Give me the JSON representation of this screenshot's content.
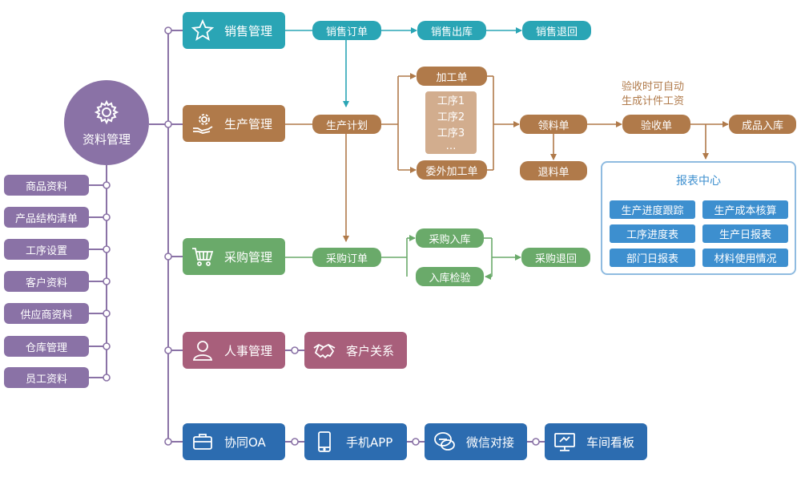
{
  "center": {
    "label": "资料管理",
    "icon": "gear-icon"
  },
  "base_items": [
    "商品资料",
    "产品结构清单",
    "工序设置",
    "客户资料",
    "供应商资料",
    "仓库管理",
    "员工资料"
  ],
  "modules": {
    "sales": {
      "label": "销售管理",
      "icon": "star-icon"
    },
    "production": {
      "label": "生产管理",
      "icon": "hand-gear-icon"
    },
    "purchase": {
      "label": "采购管理",
      "icon": "cart-icon"
    },
    "hr": {
      "label": "人事管理",
      "icon": "person-icon"
    },
    "customer": {
      "label": "客户关系",
      "icon": "handshake-icon"
    },
    "oa": {
      "label": "协同OA",
      "icon": "briefcase-icon"
    },
    "mobile": {
      "label": "手机APP",
      "icon": "phone-icon"
    },
    "wechat": {
      "label": "微信对接",
      "icon": "chat-icon"
    },
    "board": {
      "label": "车间看板",
      "icon": "monitor-icon"
    }
  },
  "sales_flow": {
    "order": "销售订单",
    "outbound": "销售出库",
    "return": "销售退回"
  },
  "production_flow": {
    "plan": "生产计划",
    "processing": "加工单",
    "processes": [
      "工序1",
      "工序2",
      "工序3",
      "…"
    ],
    "outsource": "委外加工单",
    "picking": "领料单",
    "return_material": "退料单",
    "inspection": "验收单",
    "inspection_note": [
      "验收时可自动",
      "生成计件工资"
    ],
    "finished": "成品入库"
  },
  "purchase_flow": {
    "order": "采购订单",
    "inbound": "采购入库",
    "check": "入库检验",
    "return": "采购退回"
  },
  "report_center": {
    "title": "报表中心",
    "items": [
      "生产进度跟踪",
      "生产成本核算",
      "工序进度表",
      "生产日报表",
      "部门日报表",
      "材料使用情况"
    ]
  },
  "colors": {
    "purple": "#8a72a6",
    "teal": "#2aa5b5",
    "brown": "#b07a4a",
    "green": "#6aaa6a",
    "rose": "#a85f7b",
    "blue": "#2c6cb0",
    "report_blue": "#3d8fcf"
  }
}
